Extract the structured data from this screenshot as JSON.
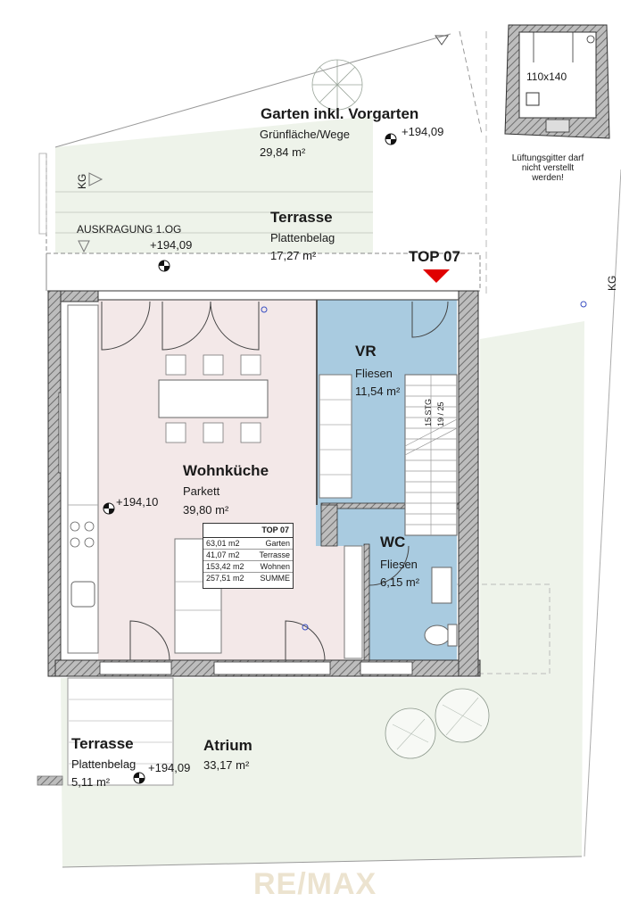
{
  "garden": {
    "title": "Garten inkl. Vorgarten",
    "surface": "Grünfläche/Wege",
    "area": "29,84 m²",
    "elevation": "+194,09"
  },
  "terrace_top": {
    "title": "Terrasse",
    "surface": "Plattenbelag",
    "area": "17,27 m²",
    "overhang": "AUSKRAGUNG 1.OG",
    "elevation": "+194,09"
  },
  "unit_marker": "TOP 07",
  "kg_labels": {
    "left": "KG",
    "right": "KG"
  },
  "shaft": {
    "size": "110x140",
    "note": "Lüftungsgitter darf nicht verstellt werden!"
  },
  "living": {
    "title": "Wohnküche",
    "surface": "Parkett",
    "area": "39,80 m²",
    "elevation": "+194,10"
  },
  "vr": {
    "title": "VR",
    "surface": "Fliesen",
    "area": "11,54 m²"
  },
  "stairs": {
    "steps": "15 STG",
    "ratio": "19 / 25"
  },
  "wc": {
    "title": "WC",
    "surface": "Fliesen",
    "area": "6,15 m²"
  },
  "summary": {
    "title": "TOP 07",
    "rows": [
      {
        "value": "63,01 m2",
        "label": "Garten"
      },
      {
        "value": "41,07 m2",
        "label": "Terrasse"
      },
      {
        "value": "153,42 m2",
        "label": "Wohnen"
      },
      {
        "value": "257,51 m2",
        "label": "SUMME"
      }
    ]
  },
  "terrace_bottom": {
    "title": "Terrasse",
    "surface": "Plattenbelag",
    "area": "5,11 m²",
    "elevation": "+194,09"
  },
  "atrium": {
    "title": "Atrium",
    "area": "33,17 m²"
  },
  "watermark": "RE/MAX",
  "colors": {
    "living": "#f3e8e8",
    "wet": "#a9cbe0",
    "garden": "#eef3ea",
    "wall": "#5a5a5a",
    "marker": "#e00000"
  }
}
